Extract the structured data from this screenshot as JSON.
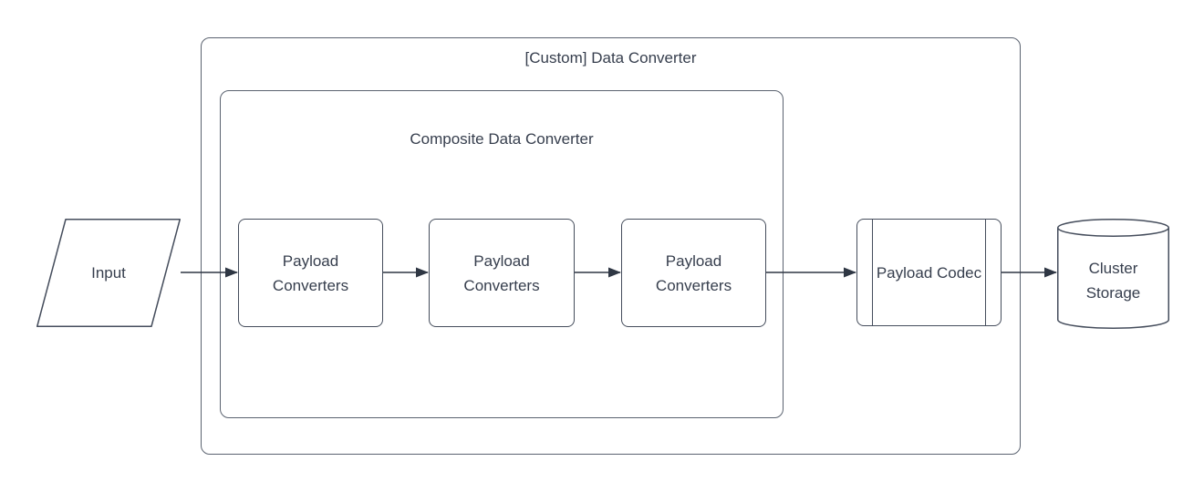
{
  "diagram": {
    "containers": {
      "custom_data_converter": {
        "label": "[Custom] Data Converter"
      },
      "composite_data_converter": {
        "label": "Composite Data Converter"
      }
    },
    "nodes": {
      "input": {
        "label": "Input",
        "shape": "parallelogram"
      },
      "payload_converter_1": {
        "label": "Payload Converters",
        "shape": "rounded-rectangle"
      },
      "payload_converter_2": {
        "label": "Payload Converters",
        "shape": "rounded-rectangle"
      },
      "payload_converter_3": {
        "label": "Payload Converters",
        "shape": "rounded-rectangle"
      },
      "payload_codec": {
        "label": "Payload Codec",
        "shape": "predefined-process"
      },
      "cluster_storage": {
        "label": "Cluster Storage",
        "shape": "cylinder"
      }
    },
    "edges": [
      {
        "from": "input",
        "to": "payload_converter_1"
      },
      {
        "from": "payload_converter_1",
        "to": "payload_converter_2"
      },
      {
        "from": "payload_converter_2",
        "to": "payload_converter_3"
      },
      {
        "from": "payload_converter_3",
        "to": "payload_codec"
      },
      {
        "from": "payload_codec",
        "to": "cluster_storage"
      }
    ],
    "colors": {
      "background": "#ffffff",
      "container-stroke": "#5b6370",
      "shape-stroke": "#454d5c",
      "arrow": "#2f3744",
      "text": "#363e4d"
    }
  }
}
